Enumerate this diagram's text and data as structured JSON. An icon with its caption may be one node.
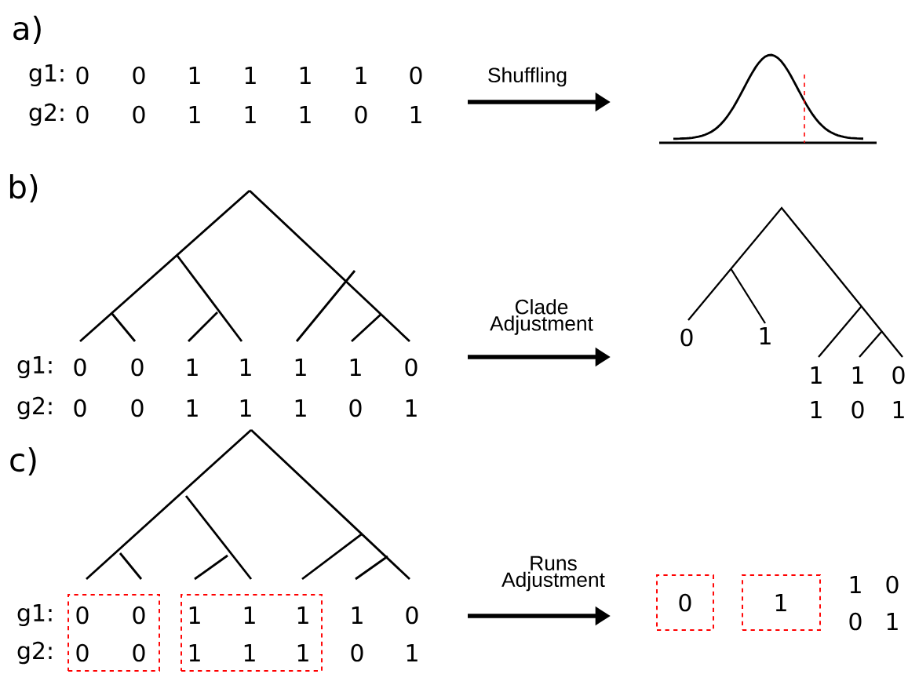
{
  "diagram": {
    "nodes": [
      {
        "text": [
          "0",
          "0",
          "0",
          "0"
        ]
      },
      {
        "text": [
          "1",
          "1",
          "1",
          "1",
          "1",
          "1"
        ]
      },
      {
        "text": [
          "0"
        ]
      },
      {
        "text": [
          "1"
        ]
      }
    ],
    "labels": [
      "a)",
      "g1:",
      "0",
      "0",
      "1",
      "1",
      "1",
      "1",
      "0",
      "g2:",
      "0",
      "0",
      "1",
      "1",
      "1",
      "0",
      "1",
      "Shuffling",
      "b)",
      "Clade Adjustment",
      "0",
      "1",
      "1",
      "1",
      "0",
      "1",
      "0",
      "1",
      "g1:",
      "0",
      "0",
      "1",
      "1",
      "1",
      "1",
      "0",
      "g2:",
      "0",
      "0",
      "1",
      "1",
      "1",
      "0",
      "1",
      "c)",
      "Runs Adjustment",
      "1",
      "0",
      "g1:",
      "1",
      "0",
      "0",
      "1",
      "g2:",
      "0",
      "1"
    ]
  }
}
